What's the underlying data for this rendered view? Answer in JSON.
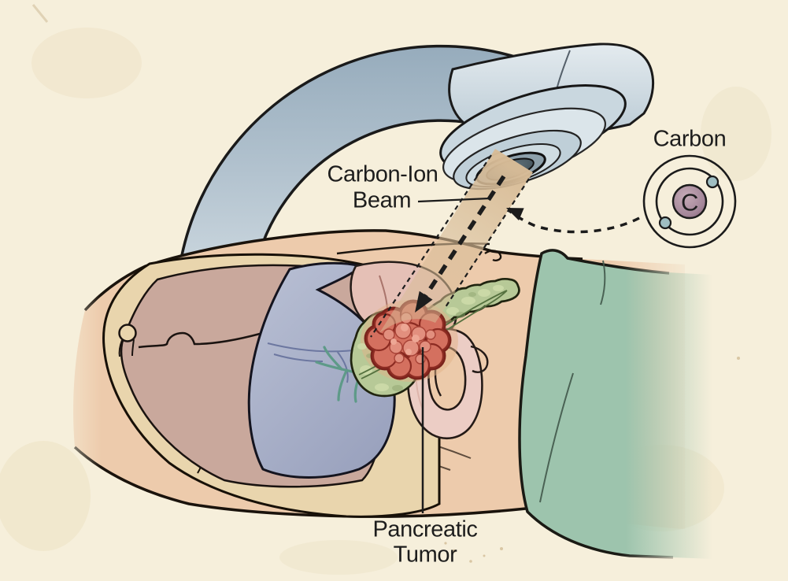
{
  "figure": {
    "type": "medical-illustration",
    "subject": "Carbon-ion beam radiotherapy of a pancreatic tumor",
    "labels": {
      "beam": {
        "line1": "Carbon-Ion",
        "line2": "Beam"
      },
      "atom": {
        "title": "Carbon",
        "symbol": "C"
      },
      "tumor": {
        "line1": "Pancreatic",
        "line2": "Tumor"
      }
    },
    "colors": {
      "background": "#f6efdb",
      "gantry_blue": "#b4c5d1",
      "beam_tan": "#d8bc97",
      "skin": "#edcbac",
      "cavity_mauve": "#c9a89c",
      "rib_band_tan": "#e9d5ad",
      "liver_blue": "#a9b0c9",
      "duct_teal": "#5e9a88",
      "stomach_pink": "#e5c0b6",
      "pancreas_green": "#b7c997",
      "tumor_red": "#d4705f",
      "intestine_pink": "#eccdc5",
      "drape_green": "#9dc4ad",
      "nucleus_mauve": "#a5879a",
      "electron_teal": "#9fbec2",
      "line_ink": "#1c1c1c"
    }
  }
}
